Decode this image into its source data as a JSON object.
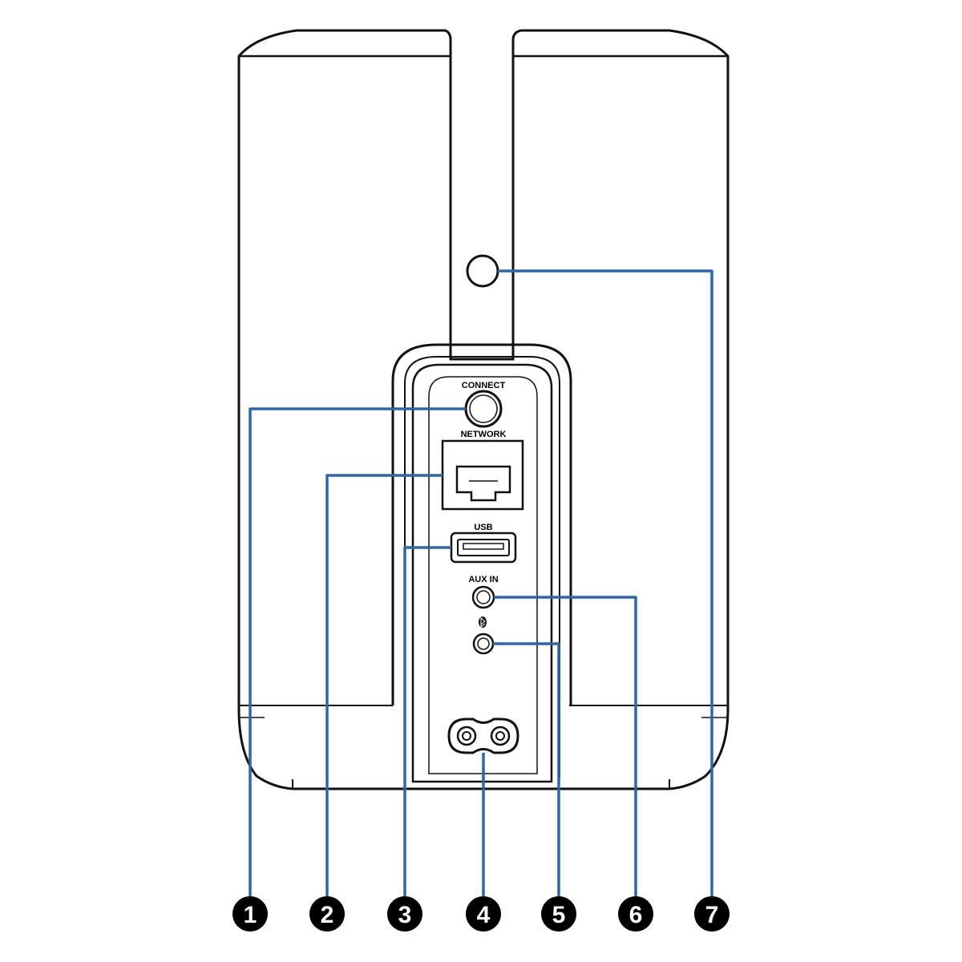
{
  "colors": {
    "outline": "#111111",
    "leader": "#2f66a8",
    "marker_fill": "#000000",
    "marker_text": "#ffffff",
    "background": "#ffffff"
  },
  "port_labels": {
    "connect": "CONNECT",
    "network": "NETWORK",
    "usb": "USB",
    "aux_in": "AUX IN"
  },
  "icons": {
    "bluetooth": "bluetooth-icon",
    "ethernet": "ethernet-port-icon",
    "power": "power-inlet-icon"
  },
  "callouts": [
    {
      "number": "1",
      "target": "connect-button"
    },
    {
      "number": "2",
      "target": "network-port"
    },
    {
      "number": "3",
      "target": "usb-port"
    },
    {
      "number": "4",
      "target": "power-inlet"
    },
    {
      "number": "5",
      "target": "bluetooth-button"
    },
    {
      "number": "6",
      "target": "aux-in-jack"
    },
    {
      "number": "7",
      "target": "mount-hole"
    }
  ]
}
